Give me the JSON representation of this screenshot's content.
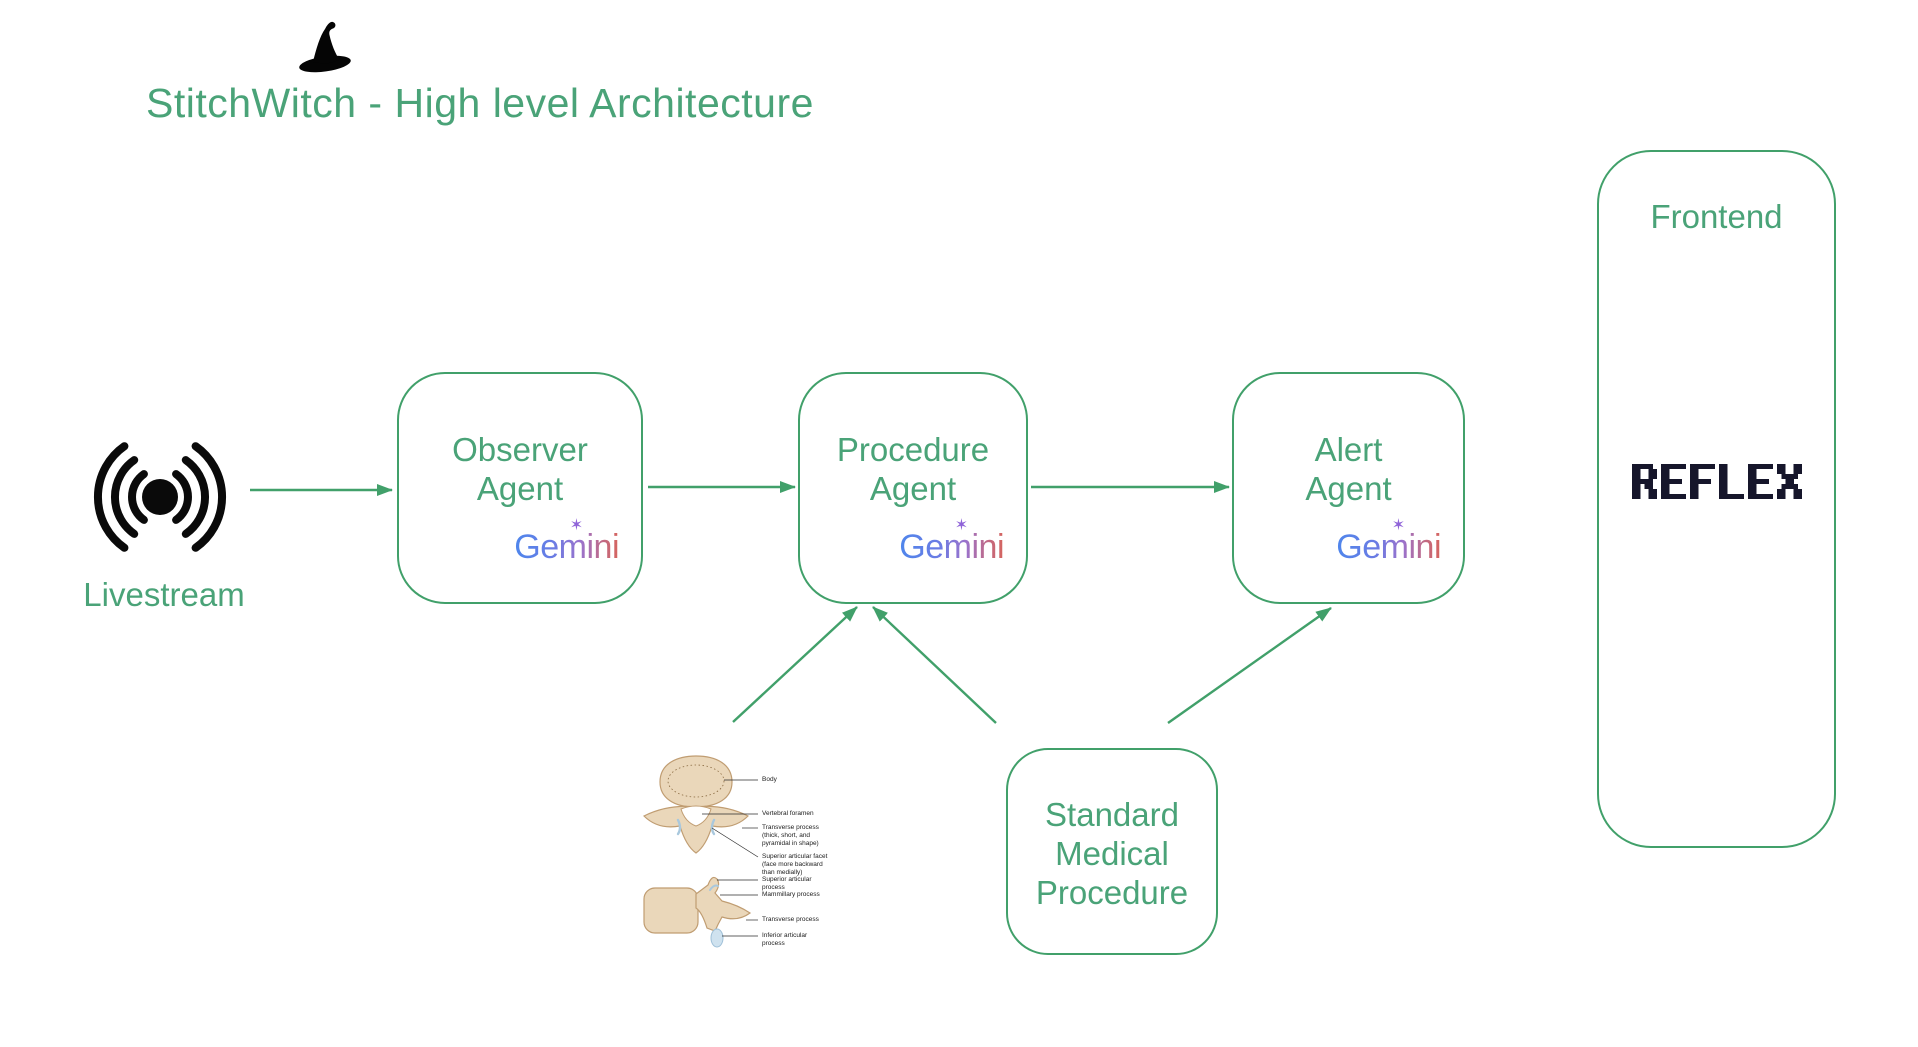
{
  "title": {
    "text": "StitchWitch - High level Architecture"
  },
  "nodes": {
    "livestream": {
      "label": "Livestream",
      "icon": "broadcast-icon"
    },
    "observer": {
      "label": "Observer\nAgent",
      "model": "Gemini"
    },
    "procedure": {
      "label": "Procedure\nAgent",
      "model": "Gemini"
    },
    "alert": {
      "label": "Alert\nAgent",
      "model": "Gemini"
    },
    "smp": {
      "label": "Standard\nMedical\nProcedure"
    },
    "frontend": {
      "label": "Frontend",
      "logo": "REFLEX"
    }
  },
  "edges": [
    {
      "from": "livestream",
      "to": "observer"
    },
    {
      "from": "observer",
      "to": "procedure"
    },
    {
      "from": "procedure",
      "to": "alert"
    },
    {
      "from": "vertebra-figure",
      "to": "procedure"
    },
    {
      "from": "smp",
      "to": "procedure"
    },
    {
      "from": "smp",
      "to": "alert"
    }
  ],
  "vertebra_figure": {
    "labels": [
      "Body",
      "Vertebral foramen",
      "Transverse process\n(thick, short, and\npyramidal in shape)",
      "Superior articular facet\n(face more backward\nthan medially)",
      "Superior articular\nprocess",
      "Mammillary process",
      "Transverse process",
      "Inferior articular\nprocess"
    ]
  },
  "colors": {
    "green_line": "#41a06a",
    "green_text": "#4aa378",
    "reflex_navy": "#16162b",
    "gemini_blue": "#4e86ec",
    "gemini_purple": "#9b72cb",
    "gemini_red": "#d6645d",
    "bone_fill": "#ead7ba",
    "bone_stroke": "#c09d72"
  }
}
